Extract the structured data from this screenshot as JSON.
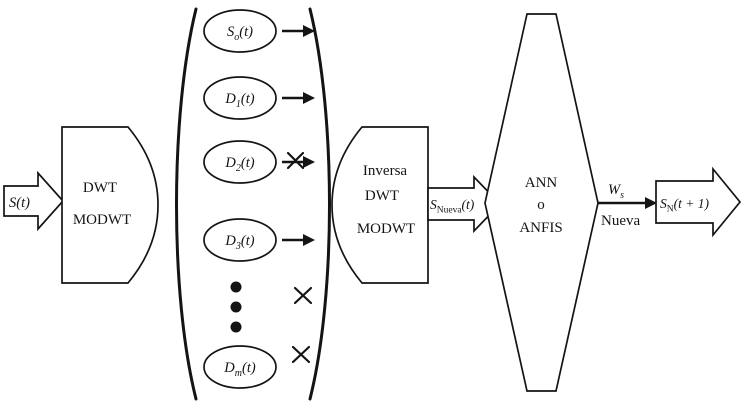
{
  "diagram": {
    "input_arrow": {
      "main": "S",
      "suffix": "(t)"
    },
    "dwt_block": {
      "line1": "DWT",
      "line2": "MODWT"
    },
    "components": [
      {
        "main": "S",
        "sub": "o",
        "suffix": "(t)"
      },
      {
        "main": "D",
        "sub": "1",
        "suffix": "(t)"
      },
      {
        "main": "D",
        "sub": "2",
        "suffix": "(t)"
      },
      {
        "main": "D",
        "sub": "3",
        "suffix": "(t)"
      },
      {
        "main": "D",
        "sub": "m",
        "suffix": "(t)"
      }
    ],
    "inverse_block": {
      "line1": "Inversa",
      "line2": "DWT",
      "line3": "MODWT"
    },
    "s_nueva_arrow": {
      "main": "S",
      "sub": "Nueva",
      "suffix": "(t)"
    },
    "ann_block": {
      "line1": "ANN",
      "line2": "o",
      "line3": "ANFIS"
    },
    "ws_label": {
      "main": "W",
      "sub": "s"
    },
    "ws_sublabel": "Nueva",
    "output_arrow": {
      "main": "S",
      "sub": "N",
      "suffix": "(t + 1)"
    }
  },
  "colors": {
    "stroke": "#141414",
    "background": "#ffffff"
  }
}
